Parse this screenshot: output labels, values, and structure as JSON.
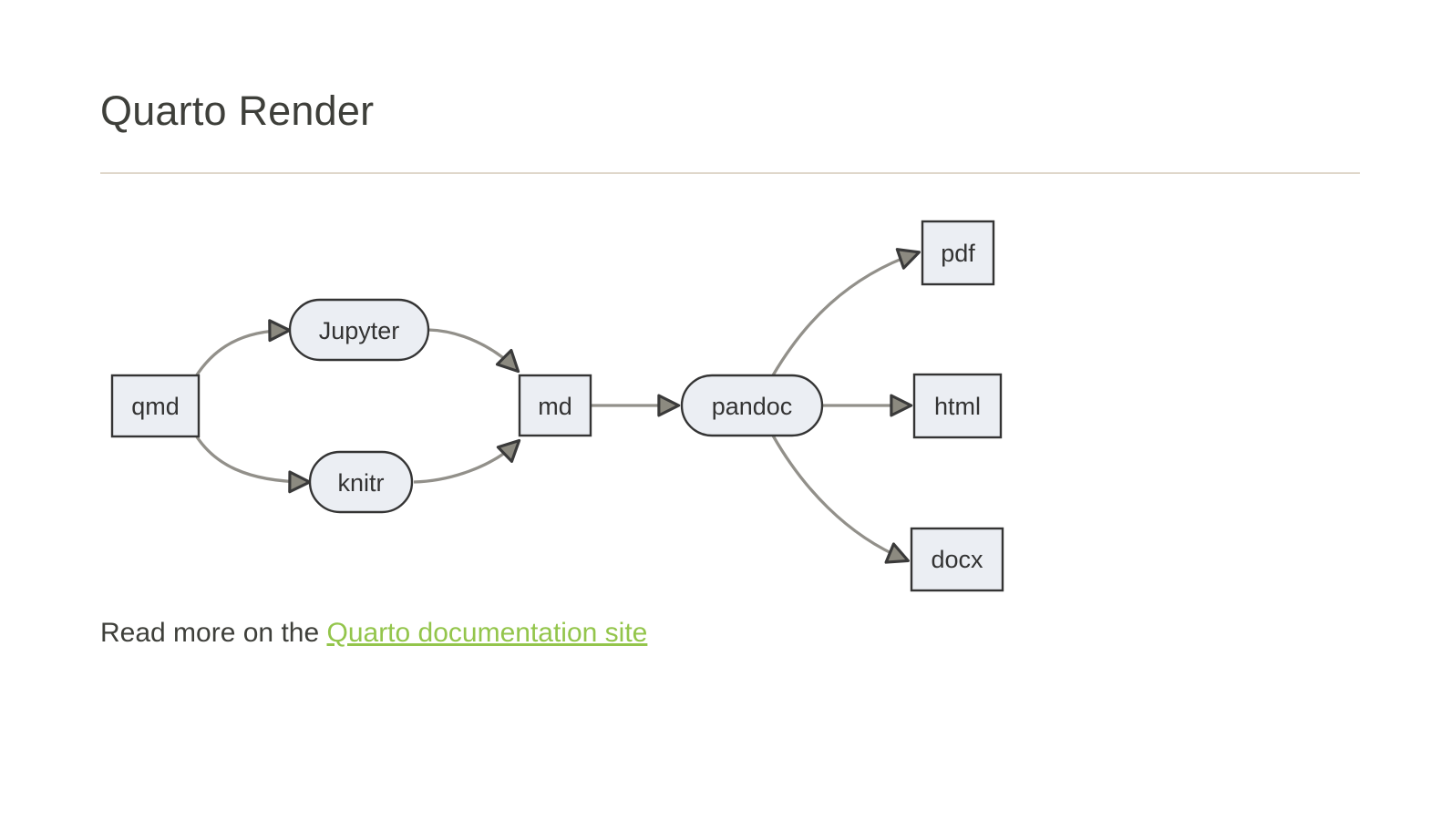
{
  "page": {
    "title": "Quarto Render"
  },
  "theme": {
    "text_color": "#3E3F3A",
    "link_color": "#93C54B",
    "rule_color": "#DFD7CA",
    "node_fill": "#EBEEF3",
    "node_border": "#343434",
    "edge_color": "#92908A",
    "arrow_fill": "#8C8A80"
  },
  "diagram": {
    "type": "flowchart-lr",
    "nodes": [
      {
        "id": "qmd",
        "label": "qmd",
        "shape": "rect"
      },
      {
        "id": "jupyter",
        "label": "Jupyter",
        "shape": "stadium"
      },
      {
        "id": "knitr",
        "label": "knitr",
        "shape": "stadium"
      },
      {
        "id": "md",
        "label": "md",
        "shape": "rect"
      },
      {
        "id": "pandoc",
        "label": "pandoc",
        "shape": "stadium"
      },
      {
        "id": "pdf",
        "label": "pdf",
        "shape": "rect"
      },
      {
        "id": "html",
        "label": "html",
        "shape": "rect"
      },
      {
        "id": "docx",
        "label": "docx",
        "shape": "rect"
      }
    ],
    "edges": [
      {
        "from": "qmd",
        "to": "jupyter"
      },
      {
        "from": "qmd",
        "to": "knitr"
      },
      {
        "from": "jupyter",
        "to": "md"
      },
      {
        "from": "knitr",
        "to": "md"
      },
      {
        "from": "md",
        "to": "pandoc"
      },
      {
        "from": "pandoc",
        "to": "pdf"
      },
      {
        "from": "pandoc",
        "to": "html"
      },
      {
        "from": "pandoc",
        "to": "docx"
      }
    ]
  },
  "footer": {
    "prefix": "Read more on the ",
    "link_label": "Quarto documentation site"
  }
}
